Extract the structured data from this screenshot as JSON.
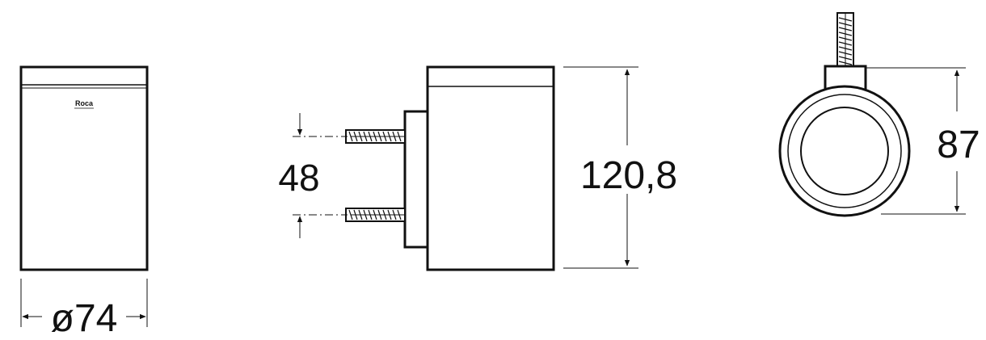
{
  "front_view": {
    "brand": "Roca",
    "diameter_label": "ø74"
  },
  "side_view": {
    "screw_spacing_label": "48",
    "height_label": "120,8"
  },
  "top_view": {
    "projection_label": "87"
  }
}
